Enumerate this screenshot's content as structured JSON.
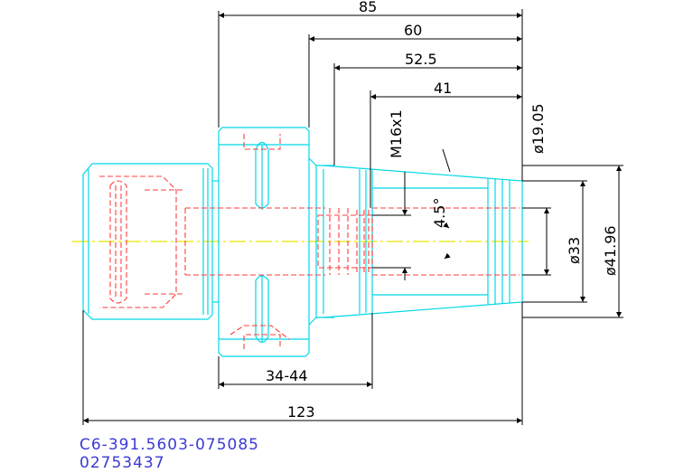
{
  "dimensions": {
    "length_85": "85",
    "length_60": "60",
    "length_52_5": "52.5",
    "length_41": "41",
    "length_34_44": "34-44",
    "length_123": "123",
    "thread": "M16x1",
    "angle": "4.5°",
    "dia_19_05": "ø19.05",
    "dia_33": "ø33",
    "dia_41_96": "ø41.96"
  },
  "part_number": "C6-391.5603-075085",
  "code": "02753437",
  "colors": {
    "outline": "#00d8e8",
    "hidden": "#ff3c3c",
    "dimension": "#000000",
    "centerline": "#e6e600",
    "text": "#3a3ad6"
  }
}
